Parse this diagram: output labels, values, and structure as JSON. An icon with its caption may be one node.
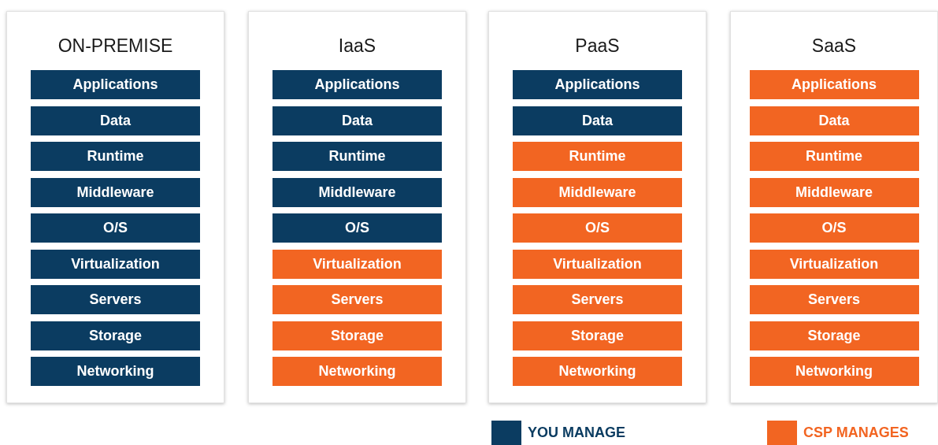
{
  "diagram": {
    "nodes": [
      {
        "text": [
          "ON-PREMISE"
        ]
      },
      {
        "text": [
          "Applications"
        ],
        "in": 0
      },
      {
        "text": [
          "Data"
        ],
        "in": 0
      },
      {
        "text": [
          "Runtime"
        ],
        "in": 0
      },
      {
        "text": [
          "Middleware"
        ],
        "in": 0
      },
      {
        "text": [
          "O/S"
        ],
        "in": 0
      },
      {
        "text": [
          "Virtualization"
        ],
        "in": 0
      },
      {
        "text": [
          "Servers"
        ],
        "in": 0
      },
      {
        "text": [
          "Storage"
        ],
        "in": 0
      },
      {
        "text": [
          "Networking"
        ],
        "in": 0
      },
      {
        "text": [
          "IaaS"
        ]
      },
      {
        "text": [
          "Applications"
        ],
        "in": 10
      },
      {
        "text": [
          "Data"
        ],
        "in": 10
      },
      {
        "text": [
          "Runtime"
        ],
        "in": 10
      },
      {
        "text": [
          "Middleware"
        ],
        "in": 10
      },
      {
        "text": [
          "O/S"
        ],
        "in": 10
      },
      {
        "text": [
          "Virtualization"
        ],
        "in": 10
      },
      {
        "text": [
          "Servers"
        ],
        "in": 10
      },
      {
        "text": [
          "Storage"
        ],
        "in": 10
      },
      {
        "text": [
          "Networking"
        ],
        "in": 10
      },
      {
        "text": [
          "PaaS"
        ]
      },
      {
        "text": [
          "Applications"
        ],
        "in": 20
      },
      {
        "text": [
          "Data"
        ],
        "in": 20
      },
      {
        "text": [
          "Runtime"
        ],
        "in": 20
      },
      {
        "text": [
          "Middleware"
        ],
        "in": 20
      },
      {
        "text": [
          "O/S"
        ],
        "in": 20
      },
      {
        "text": [
          "Virtualization"
        ],
        "in": 20
      },
      {
        "text": [
          "Servers"
        ],
        "in": 20
      },
      {
        "text": [
          "Storage"
        ],
        "in": 20
      },
      {
        "text": [
          "Networking"
        ],
        "in": 20
      },
      {
        "text": [
          "SaaS"
        ]
      },
      {
        "text": [
          "Applications"
        ],
        "in": 30
      },
      {
        "text": [
          "Data"
        ],
        "in": 30
      },
      {
        "text": [
          "Runtime"
        ],
        "in": 30
      },
      {
        "text": [
          "Middleware"
        ],
        "in": 30
      },
      {
        "text": [
          "O/S"
        ],
        "in": 30
      },
      {
        "text": [
          "Virtualization"
        ],
        "in": 30
      },
      {
        "text": [
          "Servers"
        ],
        "in": 30
      },
      {
        "text": [
          "Storage"
        ],
        "in": 30
      },
      {
        "text": [
          "Networking"
        ],
        "in": 30
      }
    ],
    "legend": [
      {
        "text": "YOU MANAGE",
        "color": "#0b3c61"
      },
      {
        "text": "CSP MANAGES",
        "color": "#f26522"
      }
    ]
  }
}
